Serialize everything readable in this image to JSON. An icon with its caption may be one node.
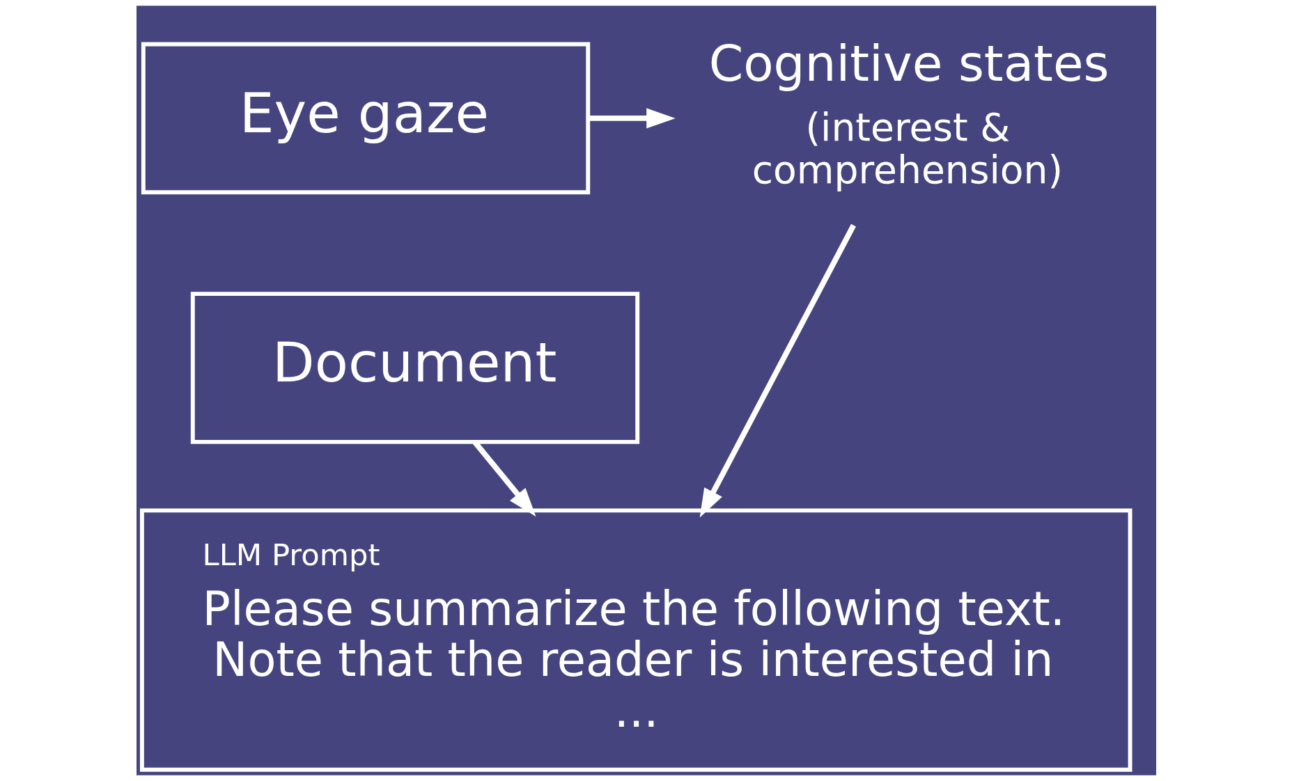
{
  "diagram": {
    "nodes": [
      {
        "text": [
          "Eye gaze"
        ]
      },
      {
        "text": [
          "Cognitive states",
          "(interest & comprehension)"
        ]
      },
      {
        "text": [
          "Document"
        ]
      },
      {
        "text": [
          "LLM Prompt",
          "Please summarize the following text. Note that the reader is interested in ..."
        ]
      }
    ],
    "edges": [
      {
        "from": 0,
        "to": 1,
        "arrow": "to"
      },
      {
        "from": 2,
        "to": 3,
        "arrow": "to"
      },
      {
        "from": 1,
        "to": 3,
        "arrow": "to"
      }
    ]
  }
}
